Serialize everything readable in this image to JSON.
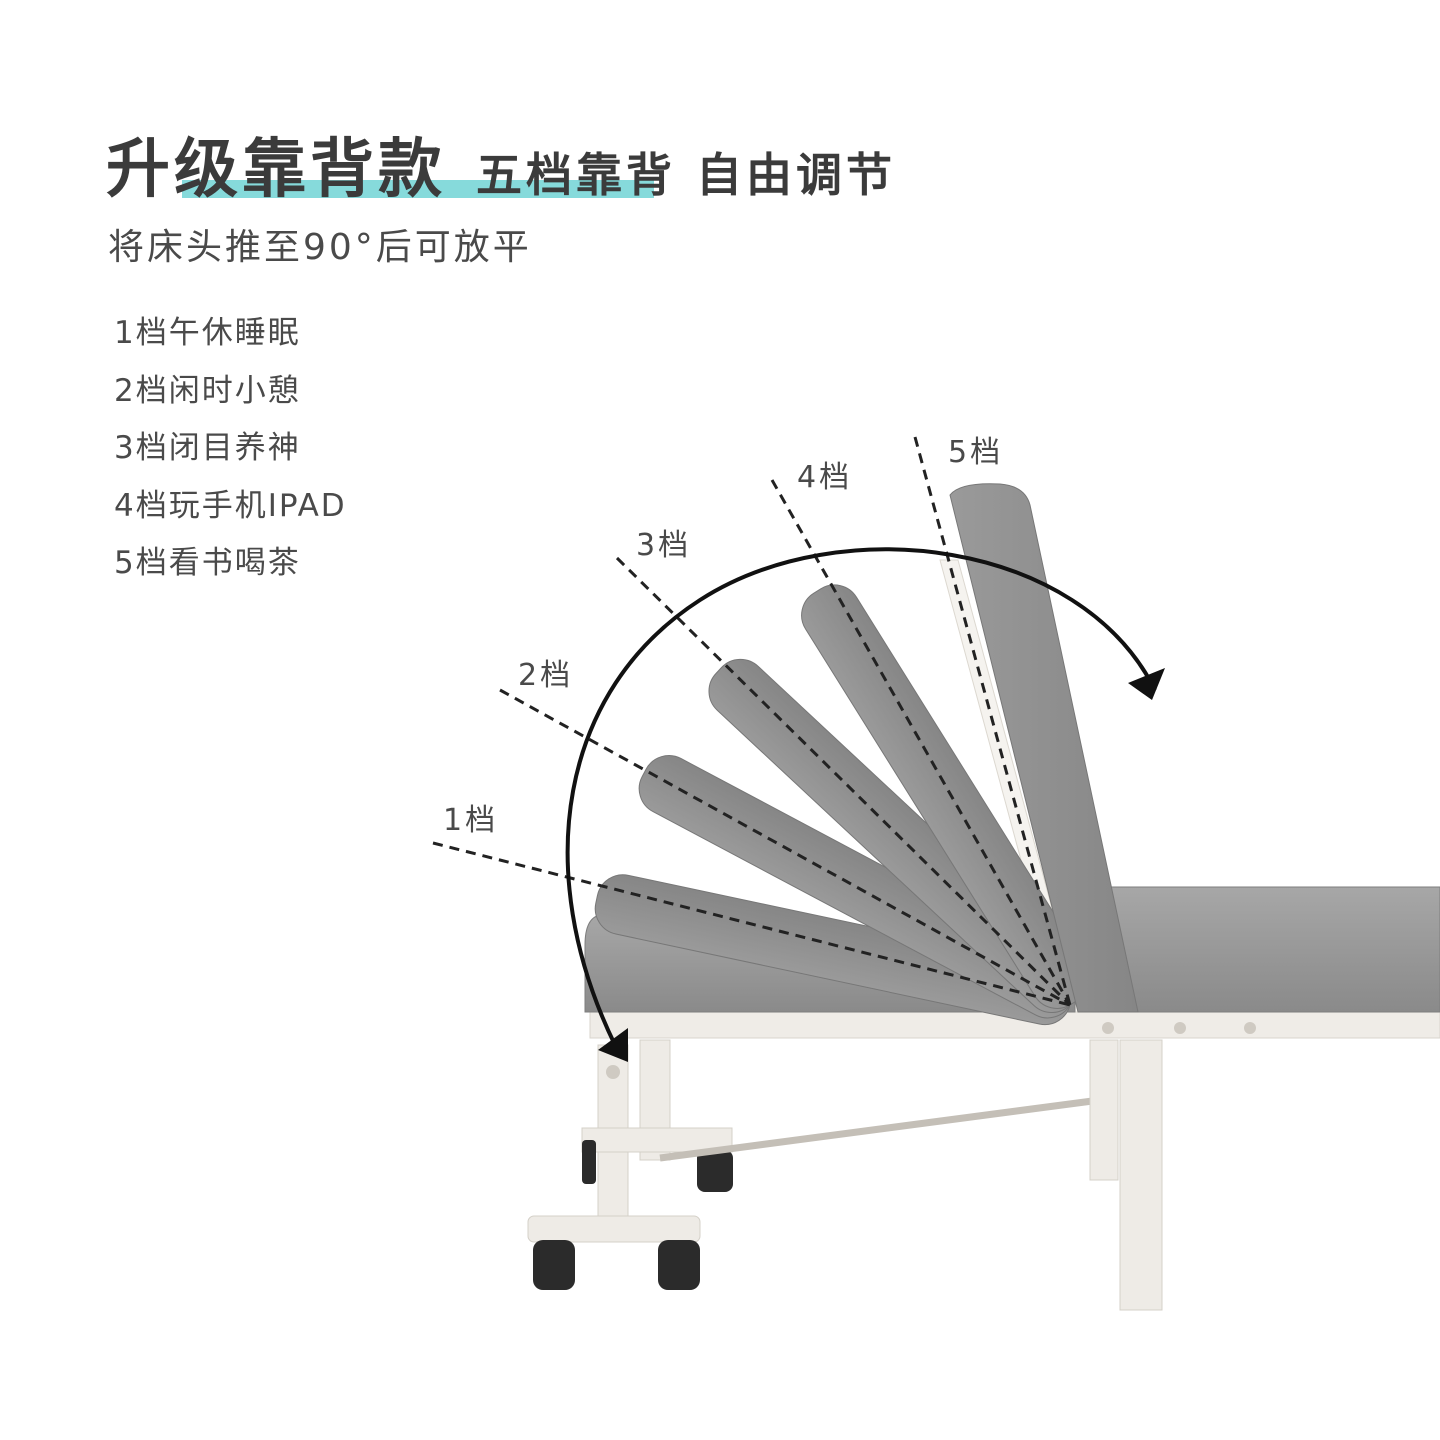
{
  "headline": {
    "main": "升级靠背款",
    "sub": "五档靠背 自由调节",
    "accent_color": "#86dadb"
  },
  "subtitle": "将床头推至90°后可放平",
  "modes": [
    "1档午休睡眠",
    "2档闲时小憩",
    "3档闭目养神",
    "4档玩手机IPAD",
    "5档看书喝茶"
  ],
  "levels": [
    "1档",
    "2档",
    "3档",
    "4档",
    "5档"
  ],
  "colors": {
    "cushion": "#8f8f8f",
    "cushion_top": "#a9a9a9",
    "frame": "#f0ede8",
    "wheel": "#2b2b2b",
    "arrow": "#111111"
  }
}
